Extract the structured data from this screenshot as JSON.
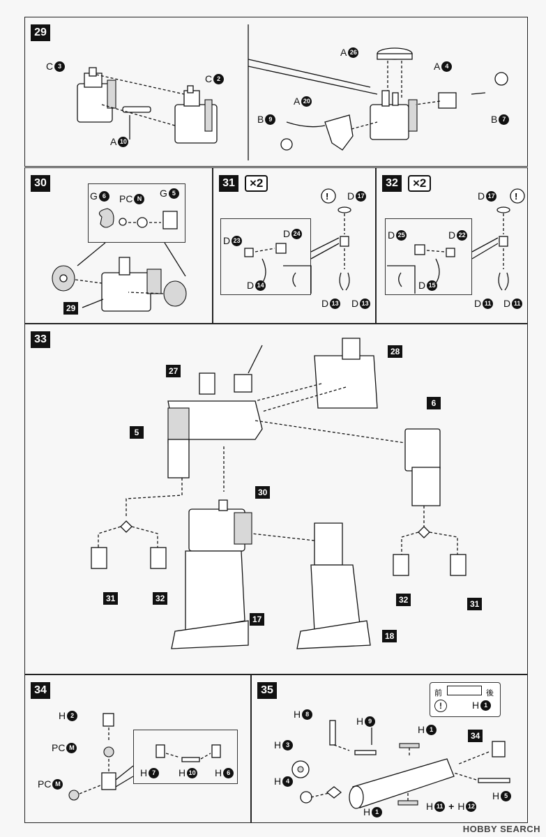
{
  "steps": {
    "s29": {
      "num": "29"
    },
    "s30": {
      "num": "30"
    },
    "s31": {
      "num": "31",
      "times": "×2"
    },
    "s32": {
      "num": "32",
      "times": "×2"
    },
    "s33": {
      "num": "33"
    },
    "s34": {
      "num": "34"
    },
    "s35": {
      "num": "35"
    }
  },
  "labels29": [
    {
      "letter": "C",
      "num": "3"
    },
    {
      "letter": "C",
      "num": "2"
    },
    {
      "letter": "A",
      "num": "10"
    },
    {
      "letter": "A",
      "num": "26"
    },
    {
      "letter": "A",
      "num": "4"
    },
    {
      "letter": "A",
      "num": "20"
    },
    {
      "letter": "B",
      "num": "9"
    },
    {
      "letter": "B",
      "num": "7"
    }
  ],
  "labels30": [
    {
      "letter": "G",
      "num": "6"
    },
    {
      "letter": "PC",
      "num": "N"
    },
    {
      "letter": "G",
      "num": "5"
    }
  ],
  "ref30": "29",
  "labels31": [
    {
      "letter": "D",
      "num": "17"
    },
    {
      "letter": "D",
      "num": "23"
    },
    {
      "letter": "D",
      "num": "24"
    },
    {
      "letter": "D",
      "num": "14"
    },
    {
      "letter": "D",
      "num": "13"
    },
    {
      "letter": "D",
      "num": "13"
    }
  ],
  "labels32": [
    {
      "letter": "D",
      "num": "17"
    },
    {
      "letter": "D",
      "num": "25"
    },
    {
      "letter": "D",
      "num": "22"
    },
    {
      "letter": "D",
      "num": "15"
    },
    {
      "letter": "D",
      "num": "11"
    },
    {
      "letter": "D",
      "num": "11"
    }
  ],
  "tags33": [
    "27",
    "28",
    "5",
    "6",
    "30",
    "31",
    "32",
    "17",
    "18",
    "32",
    "31"
  ],
  "labels34": [
    {
      "letter": "H",
      "num": "2"
    },
    {
      "letter": "PC",
      "num": "M"
    },
    {
      "letter": "PC",
      "num": "M"
    },
    {
      "letter": "H",
      "num": "7"
    },
    {
      "letter": "H",
      "num": "10"
    },
    {
      "letter": "H",
      "num": "6"
    }
  ],
  "labels35": [
    {
      "letter": "H",
      "num": "8"
    },
    {
      "letter": "H",
      "num": "9"
    },
    {
      "letter": "H",
      "num": "1"
    },
    {
      "letter": "H",
      "num": "3"
    },
    {
      "letter": "H",
      "num": "4"
    },
    {
      "letter": "H",
      "num": "1"
    },
    {
      "letter": "H",
      "num": "5"
    }
  ],
  "combo35": {
    "a": "H",
    "a_num": "11",
    "plus": "+",
    "b": "H",
    "b_num": "12"
  },
  "tag35": "34",
  "legend35": {
    "front": "前",
    "back": "後",
    "letter": "H",
    "num": "1"
  },
  "watermark": "HOBBY SEARCH",
  "icon": "exclamation-circle-icon"
}
